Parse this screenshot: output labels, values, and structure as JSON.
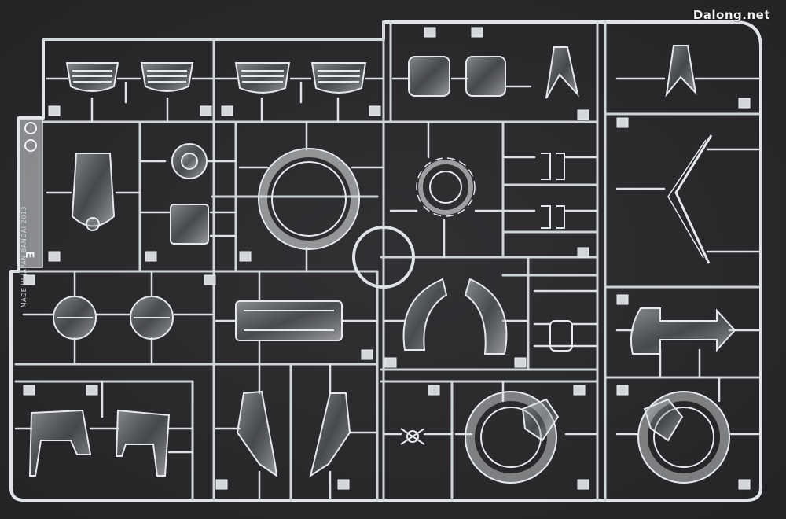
{
  "photo": {
    "subject": "clear plastic model kit runner",
    "runner_letter": "E"
  },
  "watermark": {
    "text": "Dalong.net"
  },
  "tab": {
    "line1": "MADE IN JAPAN",
    "line2": "BANDAI 2013"
  },
  "colors": {
    "background": "#2a2a2c",
    "plastic_stroke": "#d9dde0",
    "plastic_fill": "#9aa0a5",
    "highlight": "#f4f6f7"
  }
}
